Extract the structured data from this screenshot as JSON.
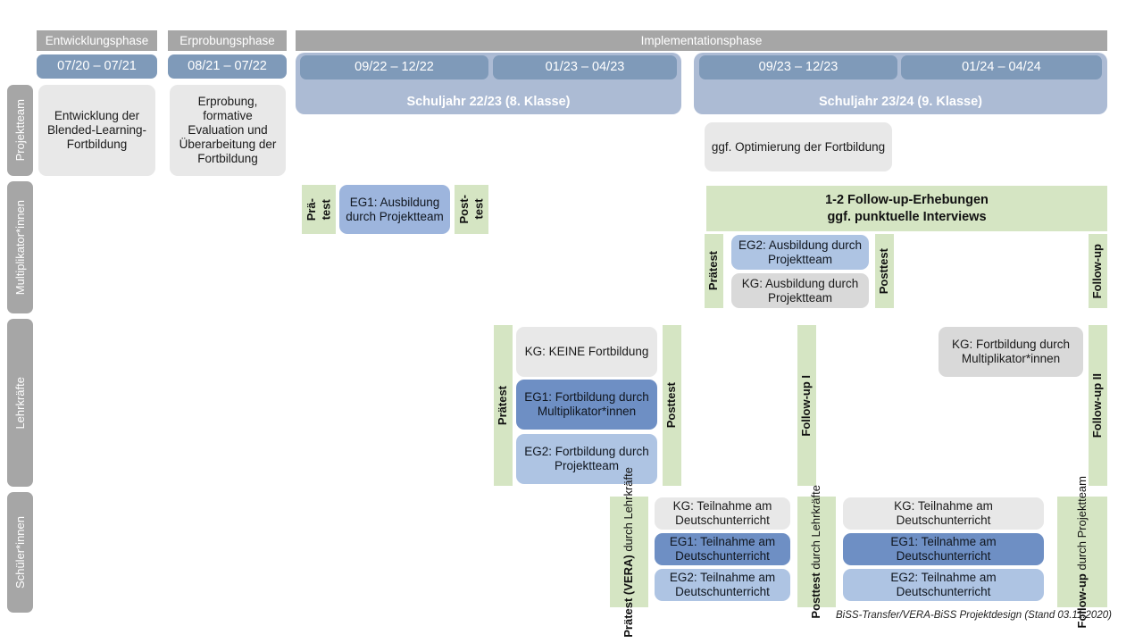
{
  "header": {
    "phases": [
      {
        "label": "Entwicklungsphase"
      },
      {
        "label": "Erprobungsphase"
      },
      {
        "label": "Implementationsphase"
      }
    ],
    "dates": [
      {
        "label": "07/20 – 07/21"
      },
      {
        "label": "08/21 – 07/22"
      },
      {
        "label": "09/22 – 12/22"
      },
      {
        "label": "01/23 – 04/23"
      },
      {
        "label": "09/23 – 12/23"
      },
      {
        "label": "01/24 – 04/24"
      }
    ],
    "schoolyears": [
      {
        "label": "Schuljahr 22/23 (8. Klasse)"
      },
      {
        "label": "Schuljahr 23/24 (9. Klasse)"
      }
    ]
  },
  "rows": [
    {
      "label": "Projektteam"
    },
    {
      "label": "Multiplikator*innen"
    },
    {
      "label": "Lehrkräfte"
    },
    {
      "label": "Schüler*innen"
    }
  ],
  "projektteam": {
    "entwicklung": "Entwicklung der Blended-Learning-Fortbildung",
    "erprobung": "Erprobung, formative Evaluation und Überarbeitung der Fortbildung",
    "optimierung": "ggf. Optimierung der Fortbildung"
  },
  "multiplikatoren": {
    "praetest_1": "Prä-\ntest",
    "eg1": "EG1: Ausbildung durch Projektteam",
    "posttest_1": "Post-\ntest",
    "banner": "1-2 Follow-up-Erhebungen\nggf. punktuelle Interviews",
    "praetest_2": "Prätest",
    "eg2": "EG2:  Ausbildung durch Projektteam",
    "kg": "KG: Ausbildung durch Projektteam",
    "posttest_2": "Posttest",
    "followup": "Follow-up"
  },
  "lehrkraefte": {
    "praetest": "Prätest",
    "kg_keine": "KG:  KEINE Fortbildung",
    "eg1": "EG1: Fortbildung durch Multiplikator*innen",
    "eg2": "EG2: Fortbildung durch Projektteam",
    "posttest": "Posttest",
    "followup_1": "Follow-up I",
    "kg_fortbildung": "KG: Fortbildung durch Multiplikator*innen",
    "followup_2": "Follow-up II"
  },
  "schueler": {
    "praetest_bold": "Prätest (VERA)",
    "praetest_reg": "durch Lehrkräfte",
    "kg_1": "KG: Teilnahme am Deutschunterricht",
    "eg1_1": "EG1: Teilnahme am Deutschunterricht",
    "eg2_1": "EG2: Teilnahme am Deutschunterricht",
    "posttest_bold": "Posttest",
    "posttest_reg": "durch Lehrkräfte",
    "kg_2": "KG: Teilnahme am Deutschunterricht",
    "eg1_2": "EG1: Teilnahme am Deutschunterricht",
    "eg2_2": "EG2: Teilnahme am Deutschunterricht",
    "followup_bold": "Follow-up",
    "followup_reg": "durch Projektteam"
  },
  "footer": {
    "text": "BiSS-Transfer/VERA-BiSS Projektdesign (Stand 03.11.2020)"
  },
  "colors": {
    "grey_header": "#a6a6a6",
    "date_blue": "#7f9ab9",
    "year_blue": "#acbbd4",
    "green": "#d5e5c3",
    "eg1_blue": "#6e8fc4",
    "eg2_blue": "#aec4e3",
    "kg_grey": "#d9d9d9",
    "card_grey": "#e8e8e8"
  }
}
